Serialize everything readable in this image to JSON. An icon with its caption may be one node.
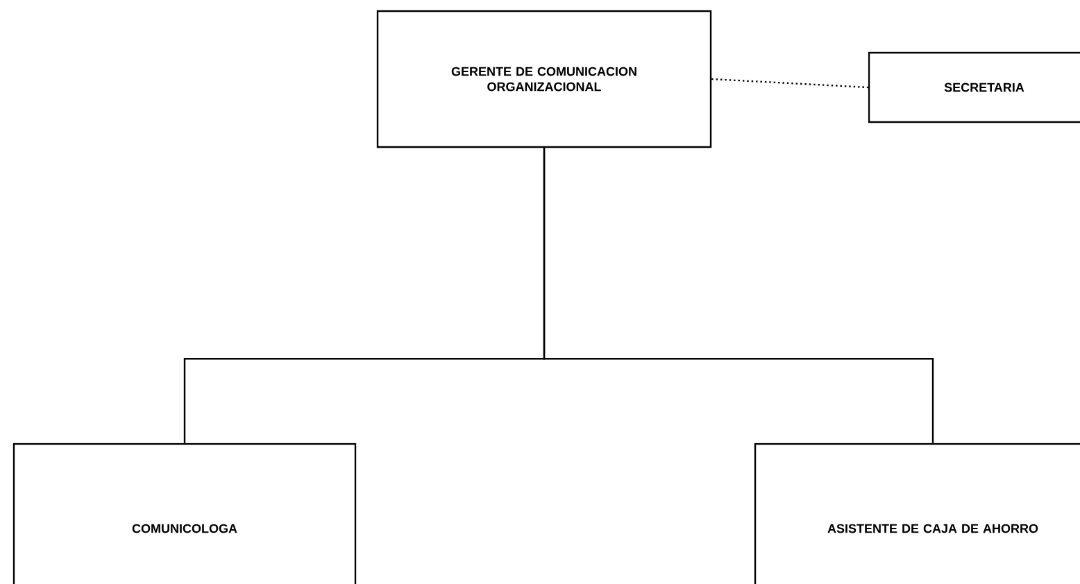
{
  "diagram": {
    "nodes": [
      {
        "text": [
          "GERENTE DE COMUNICACION ORGANIZACIONAL"
        ]
      },
      {
        "text": [
          "SECRETARIA"
        ]
      },
      {
        "text": [
          "COMUNICOLOGA"
        ]
      },
      {
        "text": [
          "ASISTENTE  DE  CAJA DE AHORRO"
        ]
      }
    ],
    "edges": [
      {
        "from": 0,
        "to": 1,
        "arrow": "none",
        "style": "dashed"
      },
      {
        "from": 0,
        "to": 2,
        "arrow": "none"
      },
      {
        "from": 0,
        "to": 3,
        "arrow": "none"
      }
    ]
  }
}
